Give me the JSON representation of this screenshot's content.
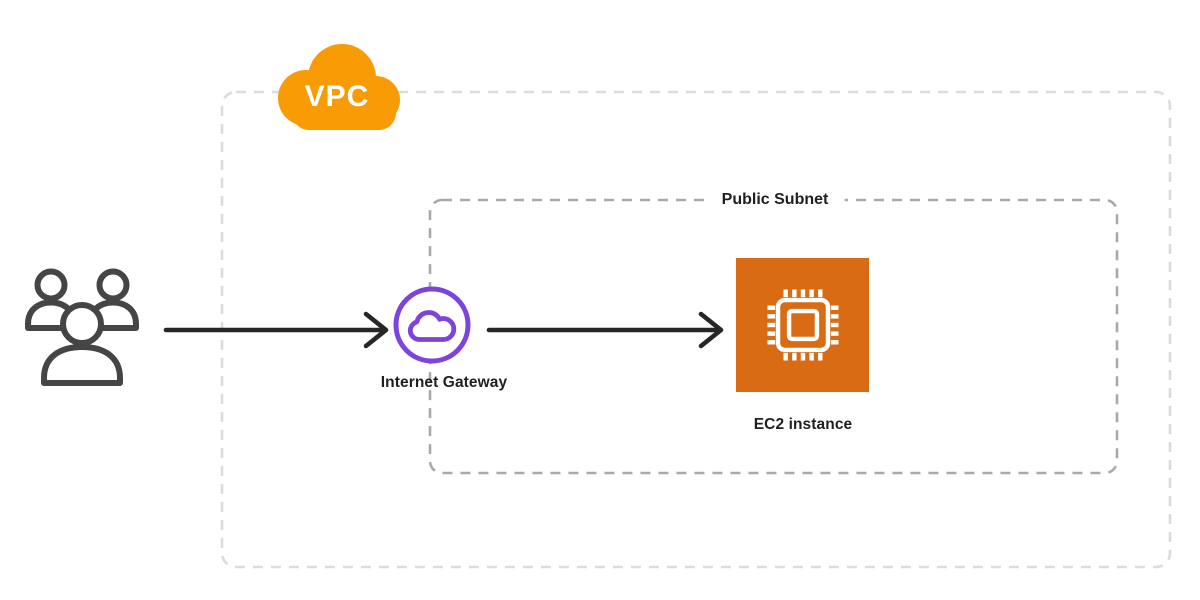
{
  "diagram": {
    "vpc": {
      "label": "VPC"
    },
    "public_subnet": {
      "label": "Public Subnet"
    },
    "internet_gateway": {
      "label": "Internet Gateway"
    },
    "ec2": {
      "label": "EC2 instance"
    },
    "icons": {
      "users": "users-icon",
      "vpc_cloud": "cloud-icon",
      "internet_gateway": "cloud-in-circle-icon",
      "ec2": "chip-icon"
    },
    "colors": {
      "vpc_cloud_orange": "#F99B05",
      "ec2_orange": "#D96B15",
      "gateway_purple": "#7C44DD",
      "arrow_dark": "#262626",
      "users_gray": "#454545",
      "vpc_border_gray": "#DCDCDC",
      "subnet_border_gray": "#A9A9A9",
      "label_text": "#1F1F1F",
      "background": "#FFFFFF"
    }
  }
}
